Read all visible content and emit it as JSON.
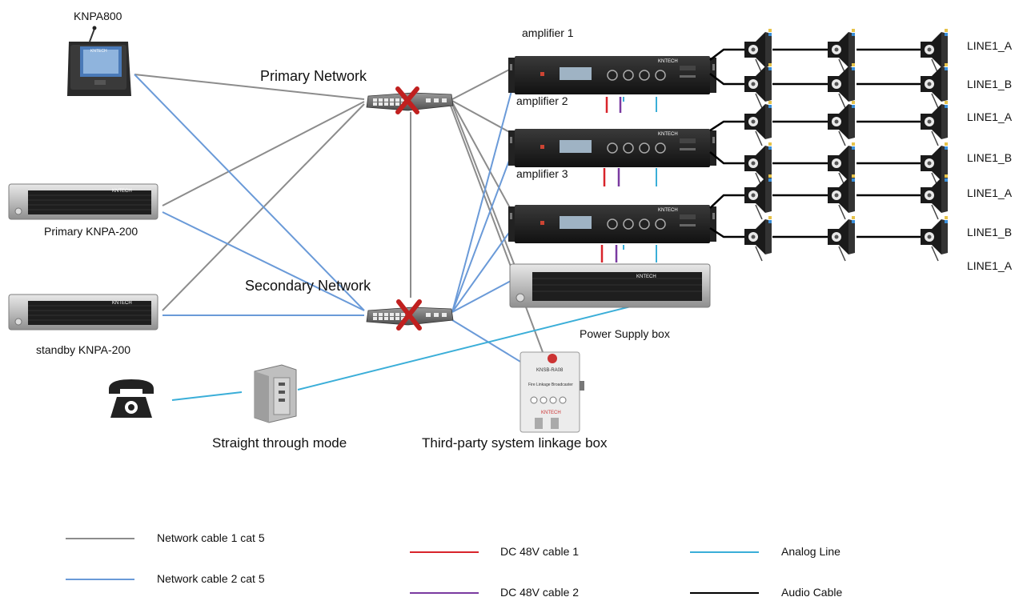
{
  "labels": {
    "knpa800": "KNPA800",
    "primary_network": "Primary Network",
    "secondary_network": "Secondary Network",
    "primary_knpa200": "Primary KNPA-200",
    "standby_knpa200": "standby KNPA-200",
    "amplifier1": "amplifier 1",
    "amplifier2": "amplifier 2",
    "amplifier3": "amplifier 3",
    "power_supply_box": "Power Supply box",
    "straight_through": "Straight through mode",
    "linkage_box": "Third-party system linkage box",
    "device_brand": "KNTECH",
    "linkage_panel_model": "KNSB-RA08",
    "linkage_panel_title": "Fire Linkage Broadcaster"
  },
  "line_labels": [
    "LINE1_A",
    "LINE1_B",
    "LINE1_A",
    "LINE1_B",
    "LINE1_A",
    "LINE1_B",
    "LINE1_A"
  ],
  "legend": [
    {
      "label": "Network cable 1  cat 5",
      "color": "#8c8c8c"
    },
    {
      "label": "Network cable 2 cat 5",
      "color": "#6a9ad8"
    },
    {
      "label": "DC 48V cable 1",
      "color": "#d8242b"
    },
    {
      "label": "DC 48V cable 2",
      "color": "#7a3aa0"
    },
    {
      "label": "Analog Line",
      "color": "#3aaed8"
    },
    {
      "label": "Audio Cable",
      "color": "#000000"
    }
  ],
  "colors": {
    "network1": "#8c8c8c",
    "network2": "#6a9ad8",
    "dc1": "#d8242b",
    "dc2": "#7a3aa0",
    "analog": "#3aaed8",
    "audio": "#000000",
    "failure_x": "#c0201f"
  }
}
